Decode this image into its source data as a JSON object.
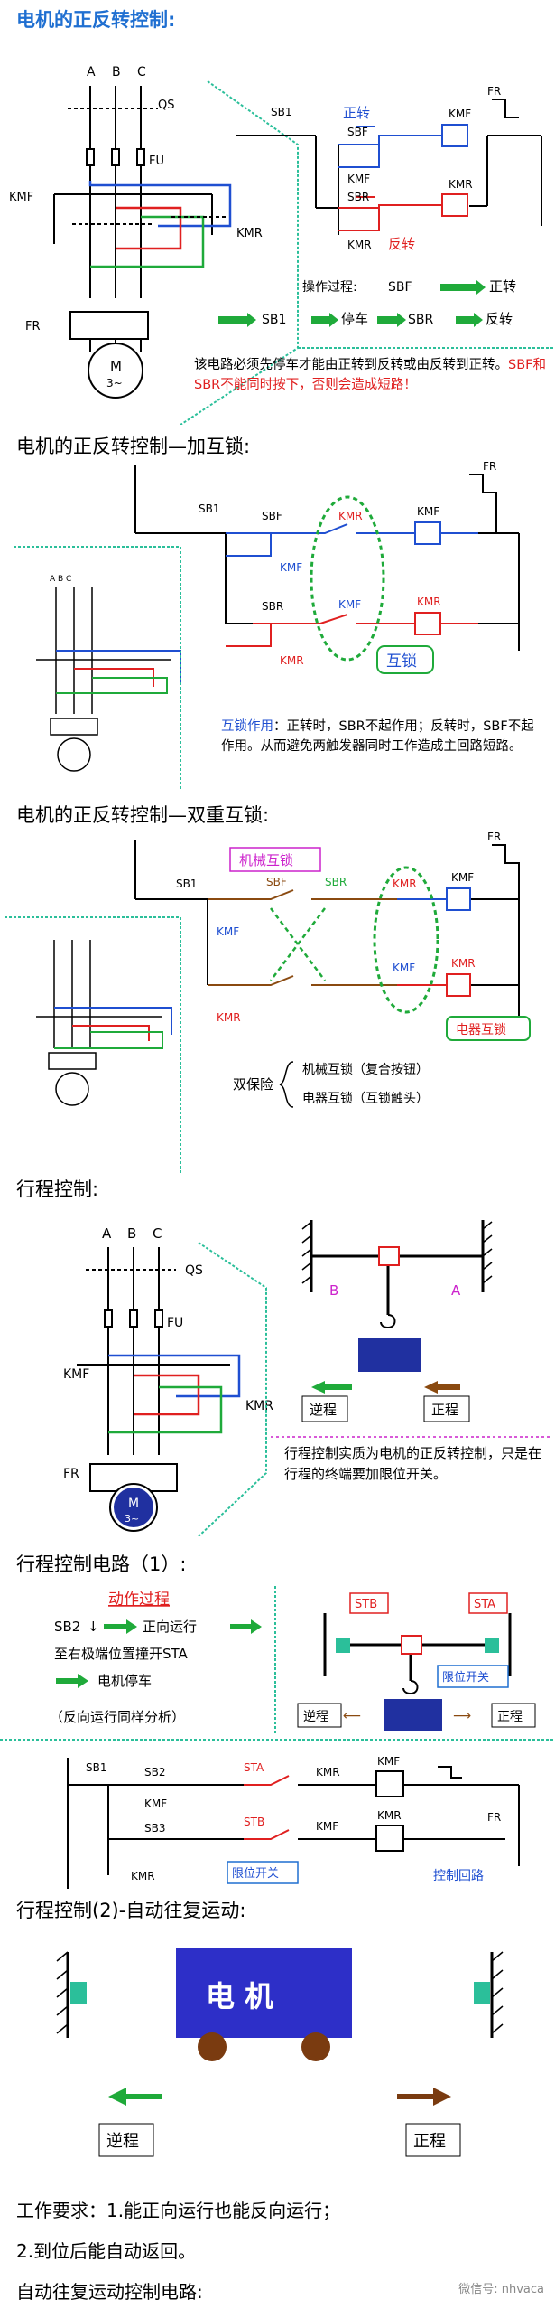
{
  "section1": {
    "title": "电机的正反转控制:",
    "phases": [
      "A",
      "B",
      "C"
    ],
    "labels": {
      "qs": "QS",
      "fu": "FU",
      "kmf": "KMF",
      "kmr": "KMR",
      "fr": "FR",
      "motor": "M",
      "motor_sub": "3~"
    },
    "ctrl": {
      "sb1": "SB1",
      "forward": "正转",
      "sbf": "SBF",
      "kmf": "KMF",
      "fr": "FR",
      "kmf_contact": "KMF",
      "sbr": "SBR",
      "kmr": "KMR",
      "kmr_contact": "KMR",
      "reverse": "反转"
    },
    "process": {
      "label": "操作过程:",
      "sbf": "SBF",
      "forward": "正转",
      "sb1": "SB1",
      "stop": "停车",
      "sbr": "SBR",
      "reverse": "反转"
    },
    "note_black": "该电路必须先停车才能由正转到反转或由反转到正转。",
    "note_red": "SBF和SBR不能同时按下，否则会造成短路！"
  },
  "section2": {
    "title": "电机的正反转控制—加互锁:",
    "ctrl": {
      "sb1": "SB1",
      "sbf": "SBF",
      "kmr_nc": "KMR",
      "kmf": "KMF",
      "fr": "FR",
      "kmf_contact": "KMF",
      "sbr": "SBR",
      "kmf_nc": "KMF",
      "kmr": "KMR",
      "kmr_contact": "KMR",
      "interlock": "互锁"
    },
    "note_label": "互锁作用",
    "note_text": "：正转时，SBR不起作用；反转时，SBF不起作用。从而避免两触发器同时工作造成主回路短路。"
  },
  "section3": {
    "title": "电机的正反转控制—双重互锁:",
    "ctrl": {
      "mech": "机械互锁",
      "sb1": "SB1",
      "sbf": "SBF",
      "sbr": "SBR",
      "kmr": "KMR",
      "kmf": "KMF",
      "fr": "FR",
      "kmf_c": "KMF",
      "kmr_c": "KMR",
      "kmr2": "KMR",
      "kmf2": "KMF",
      "elec": "电器互锁"
    },
    "double": "双保险",
    "items": [
      "机械互锁（复合按钮）",
      "电器互锁（互锁触头）"
    ]
  },
  "section4": {
    "title": "行程控制:",
    "b": "B",
    "a": "A",
    "reverse": "逆程",
    "forward": "正程",
    "note": "行程控制实质为电机的正反转控制，只是在行程的终端要加限位开关。"
  },
  "section5": {
    "title": "行程控制电路（1）:",
    "action": "动作过程",
    "step1_a": "SB2",
    "step1_b": "正向运行",
    "step2": "至右极端位置撞开STA",
    "step3": "电机停车",
    "step4": "（反向运行同样分析）",
    "stb": "STB",
    "sta": "STA",
    "limit": "限位开关",
    "reverse": "逆程",
    "forward": "正程",
    "circuit": {
      "sb1": "SB1",
      "sb2": "SB2",
      "sta": "STA",
      "kmr": "KMR",
      "kmf": "KMF",
      "fr": "FR",
      "kmf2": "KMF",
      "sb3": "SB3",
      "stb": "STB",
      "kmf3": "KMF",
      "kmr2": "KMR",
      "kmr3": "KMR",
      "limit": "限位开关",
      "control": "控制回路"
    }
  },
  "section6": {
    "title": "行程控制(2)-自动往复运动:",
    "motor": "电  机",
    "reverse": "逆程",
    "forward": "正程"
  },
  "requirements": {
    "line1": "工作要求：1.能正向运行也能反向运行；",
    "line2": "2.到位后能自动返回。",
    "line3": "自动往复运动控制电路:"
  },
  "watermark": "微信号: nhvaca",
  "colors": {
    "blue": "#1f6fd1",
    "red": "#e02020",
    "green": "#1faa3a",
    "teal": "#2bbf9a",
    "brown": "#8a4a10",
    "magenta": "#cc22cc",
    "navy": "#2030a0"
  }
}
